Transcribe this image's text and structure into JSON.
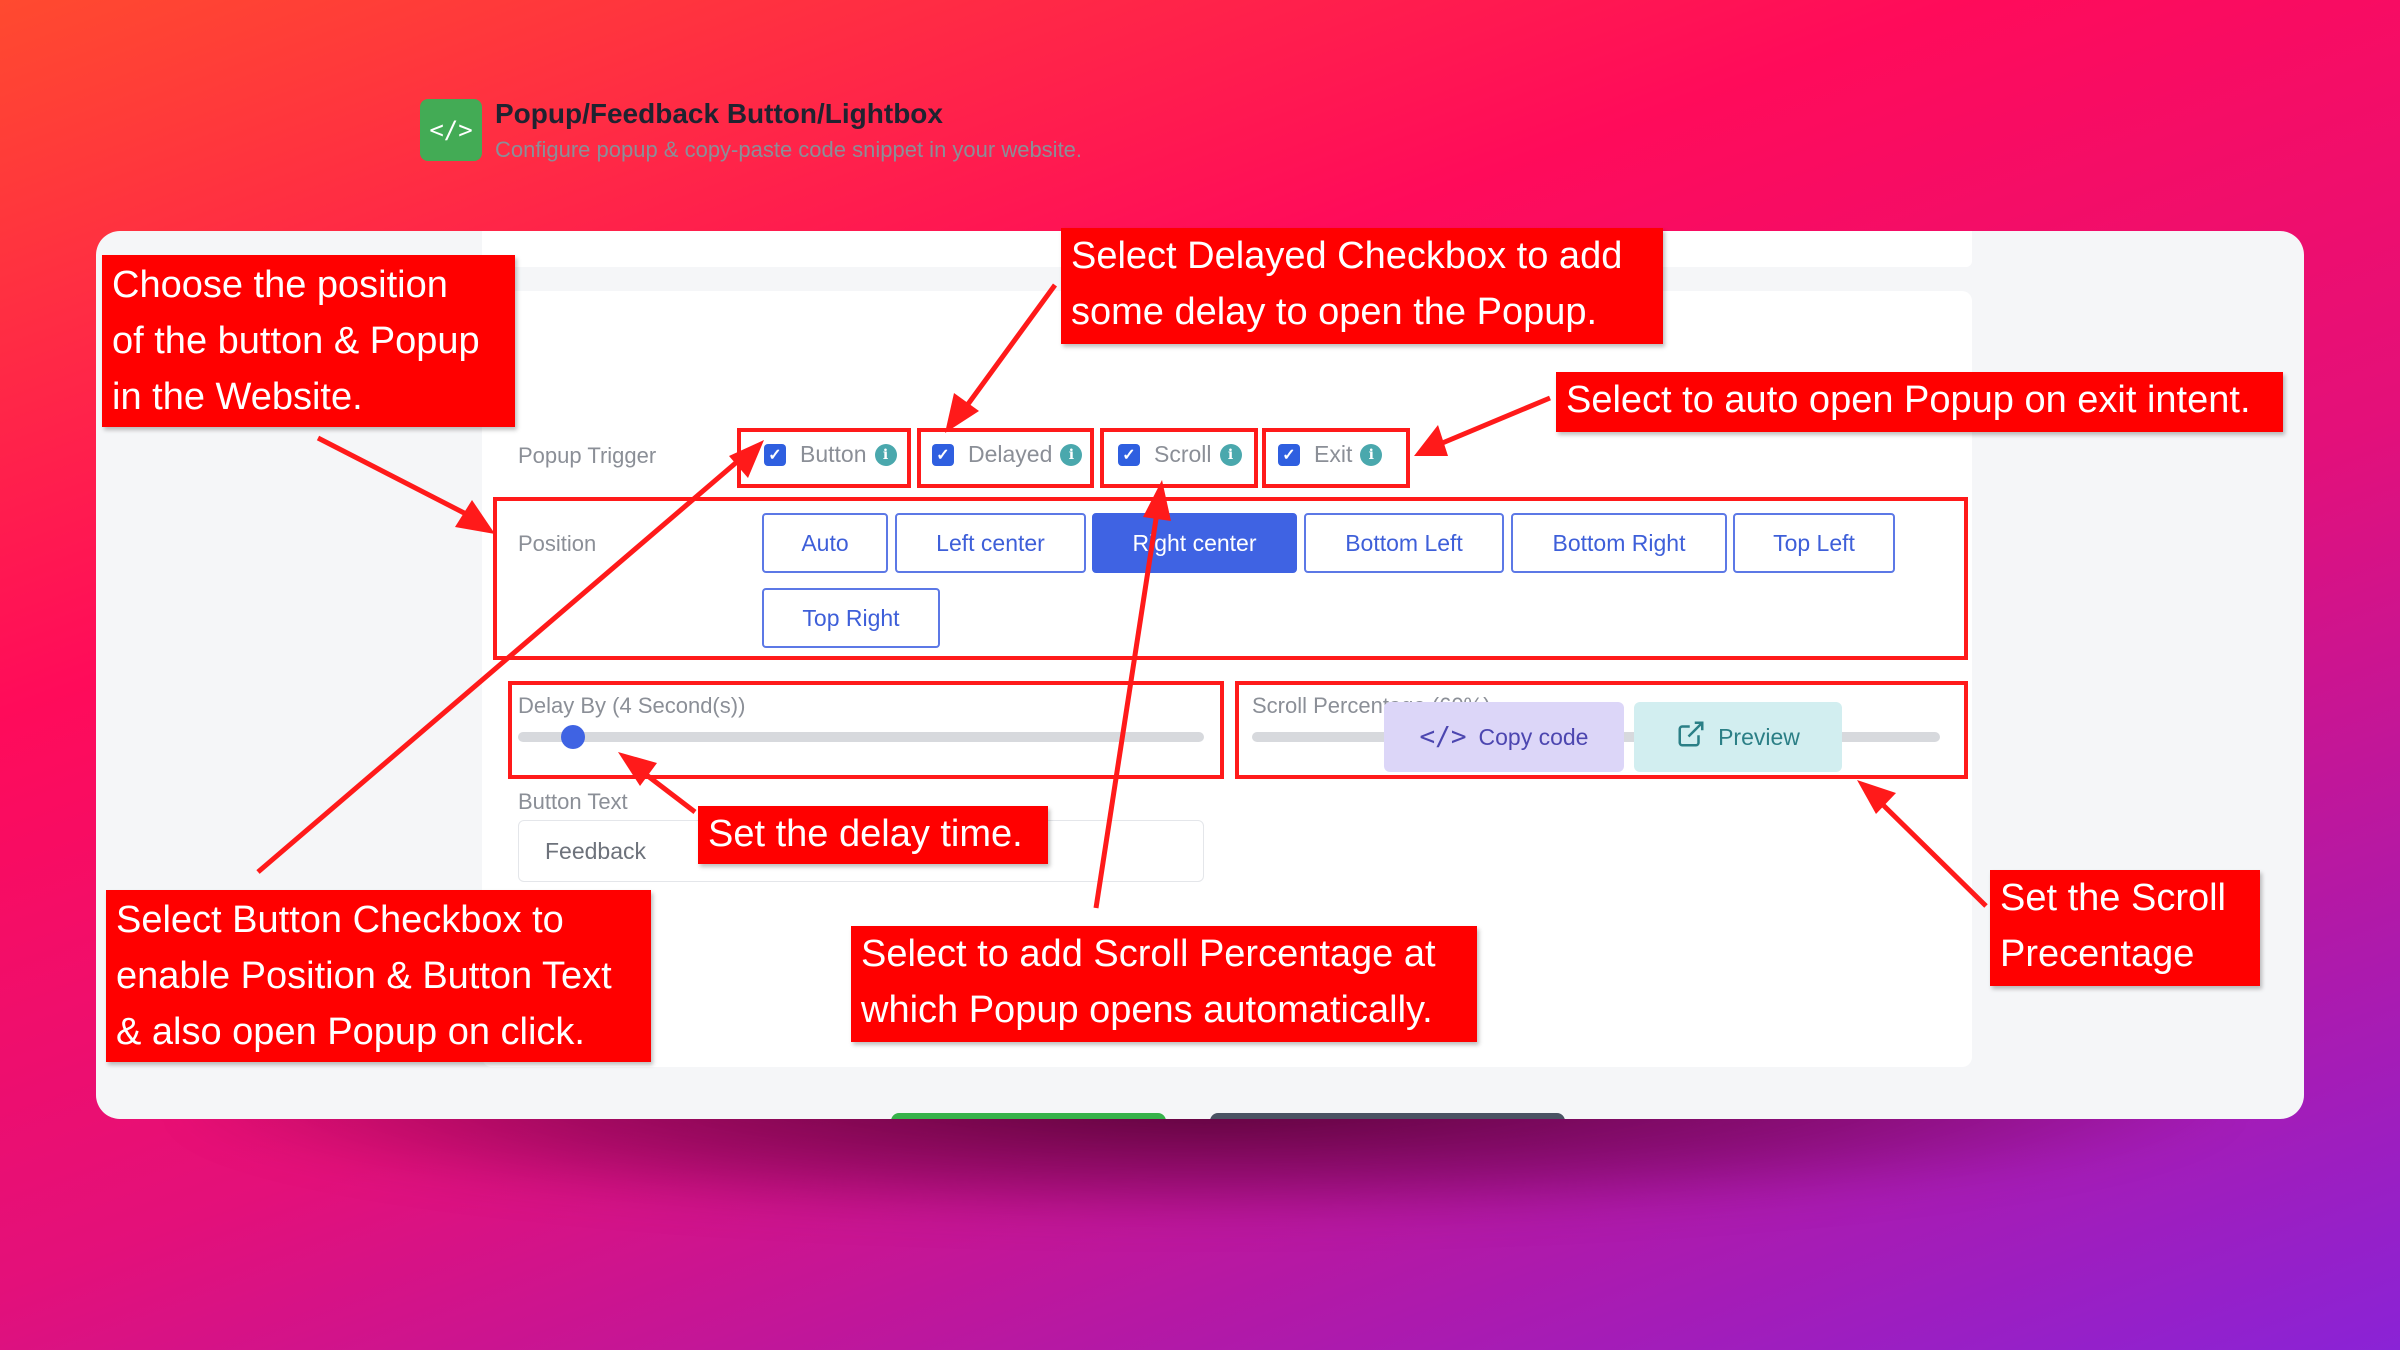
{
  "header": {
    "title": "Popup/Feedback Button/Lightbox",
    "subtitle": "Configure popup & copy-paste code snippet in your website.",
    "icon": "code-icon"
  },
  "trigger": {
    "label": "Popup Trigger",
    "options": [
      {
        "label": "Button",
        "checked": true
      },
      {
        "label": "Delayed",
        "checked": true
      },
      {
        "label": "Scroll",
        "checked": true
      },
      {
        "label": "Exit",
        "checked": true
      }
    ]
  },
  "position": {
    "label": "Position",
    "options": [
      "Auto",
      "Left center",
      "Right center",
      "Bottom Left",
      "Bottom Right",
      "Top Left",
      "Top Right"
    ],
    "selected": "Right center"
  },
  "delay": {
    "label": "Delay By (4 Second(s))",
    "value_fraction": 0.08
  },
  "scroll": {
    "label": "Scroll Percentage (60%)",
    "value_fraction": 0.21
  },
  "button_text": {
    "label": "Button Text",
    "value": "Feedback"
  },
  "actions": {
    "copy": "Copy code",
    "preview": "Preview"
  },
  "callouts": {
    "position": [
      "Choose the position",
      "of the button & Popup",
      "in the Website."
    ],
    "delayed": [
      "Select Delayed Checkbox to add",
      "some delay to open the Popup."
    ],
    "exit": [
      "Select to auto open Popup on exit intent."
    ],
    "delay_time": [
      "Set the delay time."
    ],
    "button": [
      "Select Button Checkbox to",
      "enable Position & Button Text",
      "& also open Popup on click."
    ],
    "scroll_pct": [
      "Select to add Scroll Percentage at",
      "which Popup opens automatically."
    ],
    "scroll_set": [
      "Set the Scroll",
      "Precentage"
    ]
  },
  "colors": {
    "accent": "#3f63e3",
    "callout": "#ff0000",
    "badge": "#43ab55"
  }
}
